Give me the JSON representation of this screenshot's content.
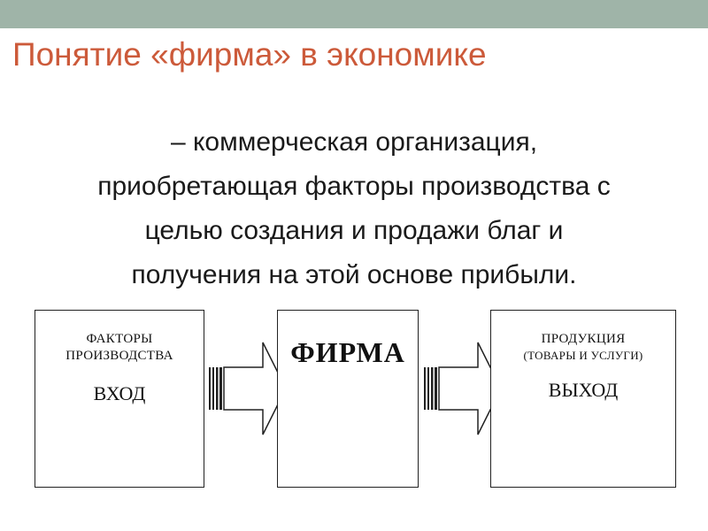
{
  "slide": {
    "title": "Понятие «фирма» в экономике",
    "definition_lines": [
      "– коммерческая организация,",
      "приобретающая факторы производства с",
      "целью создания и продажи благ и",
      "получения на этой основе прибыли."
    ]
  },
  "diagram": {
    "input": {
      "line1": "ФАКТОРЫ",
      "line2": "ПРОИЗВОДСТВА",
      "label": "ВХОД"
    },
    "firm": {
      "label": "ФИРМА"
    },
    "output": {
      "line1": "ПРОДУКЦИЯ",
      "line2": "(ТОВАРЫ И УСЛУГИ)",
      "label": "ВЫХОД"
    }
  },
  "colors": {
    "top_bar": "#9fb4a8",
    "title": "#cc5a3a"
  }
}
